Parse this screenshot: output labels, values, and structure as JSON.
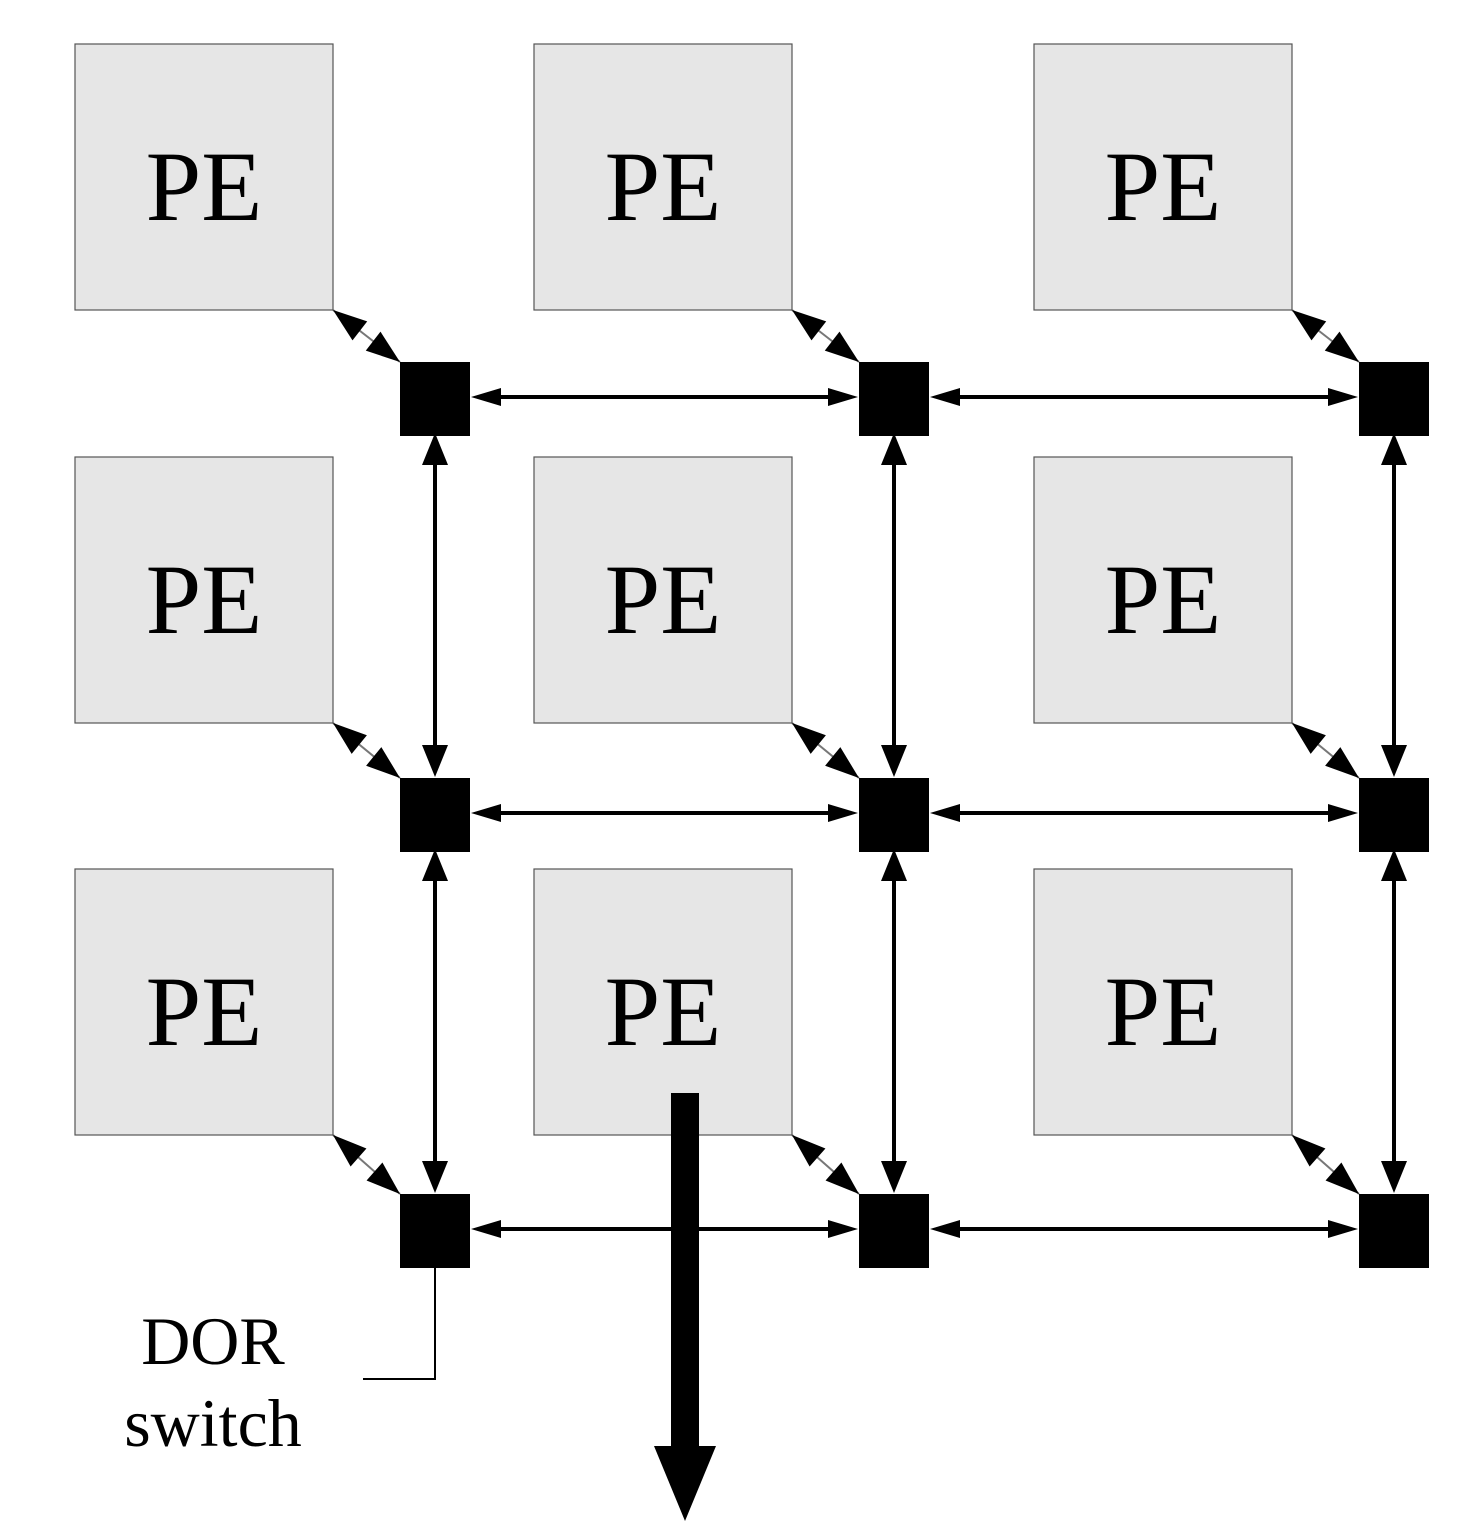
{
  "diagram": {
    "grid": {
      "rows": 3,
      "cols": 3
    },
    "pe_label": "PE",
    "switch_label": [
      "DOR",
      "switch"
    ],
    "colors": {
      "pe_fill": "#e6e6e6",
      "pe_border": "#555555",
      "switch": "#000000",
      "link": "#000000"
    }
  }
}
